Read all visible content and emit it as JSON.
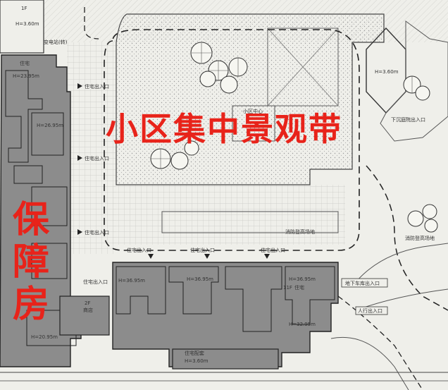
{
  "labels": {
    "landscape_belt": "小区集中景观带",
    "affordable_housing": "保障房"
  },
  "annotations": {
    "floor_1f": "1F",
    "height_360_top": "H=3.60m",
    "substation": "变电站(转)",
    "residence": "住宅",
    "height_2395": "H=23.95m",
    "height_2695": "H=26.95m",
    "height_2095": "H=20.95m",
    "entrance": "住宅出入口",
    "fire_platform": "消防登高场地",
    "center_label": "小区中心",
    "height_3695": "H=36.95m",
    "height_3295": "H=32.95m",
    "height_360_right": "H=3.60m",
    "underground_entry": "下沉庭院出入口",
    "fire_lane": "消防登高场地",
    "floor_11f": "11F",
    "support_facility": "住宅配套",
    "support_height": "H=3.60m",
    "vehicle_entry": "地下车库出入口",
    "pedestrian_entry": "人行出入口",
    "shop": "商店",
    "floor_2f": "2F"
  },
  "colors": {
    "red_label": "#e8231a",
    "building_fill": "#8a8a8a",
    "building_dark": "#6a6a6a",
    "paper": "#efefea"
  },
  "icons": [
    "tree-icon",
    "arrow-marker-icon"
  ]
}
